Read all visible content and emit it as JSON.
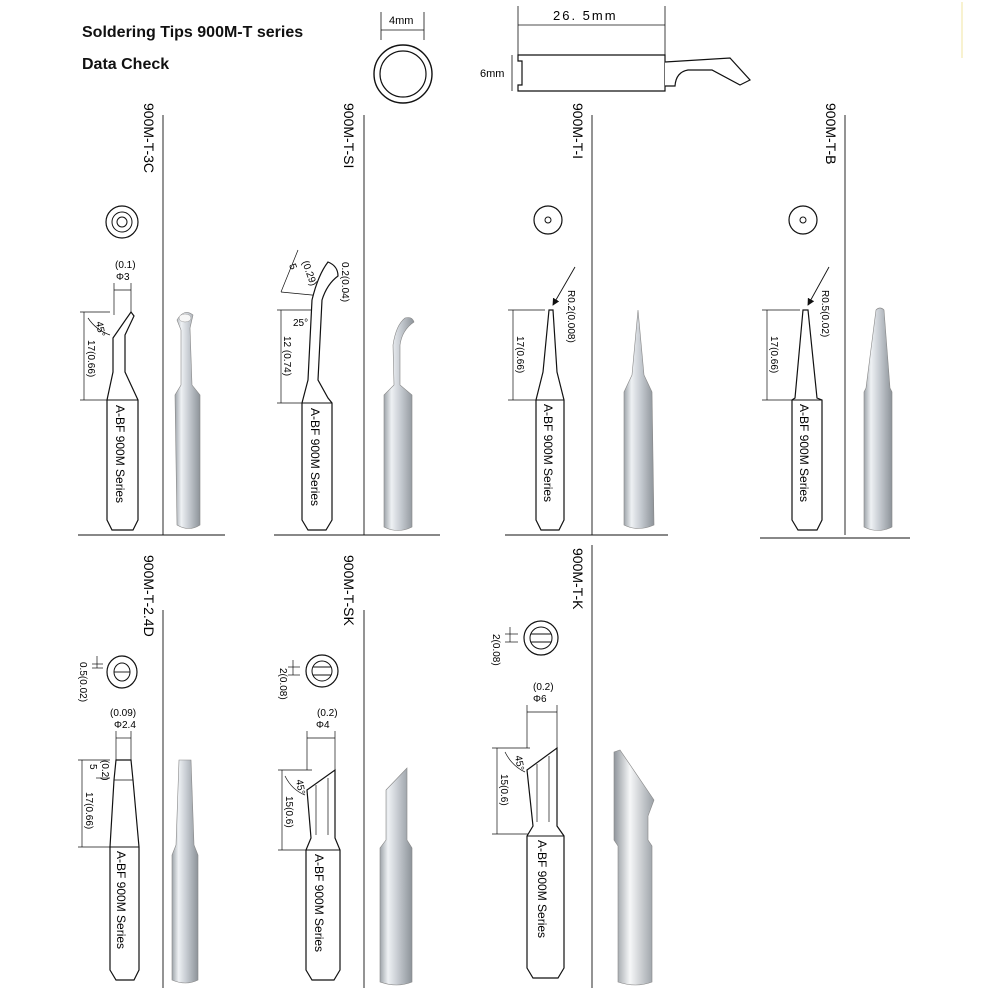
{
  "header": {
    "title": "Soldering Tips 900M-T series",
    "subtitle": "Data Check",
    "dims": {
      "outer_diameter": "4mm",
      "length": "26. 5mm",
      "height": "6mm"
    }
  },
  "brand_text": "A-BF 900M Series",
  "tips": [
    {
      "model": "900M-T-3C",
      "dims": [
        "(0.1)",
        "Φ3",
        "45°",
        "17(0.66)"
      ]
    },
    {
      "model": "900M-T-SI",
      "dims": [
        "(0.29)",
        "5",
        "0.2(0.04)",
        "25°",
        "12 (0.74)"
      ]
    },
    {
      "model": "900M-T-I",
      "dims": [
        "R0.2(0.008)",
        "17(0.66)"
      ]
    },
    {
      "model": "900M-T-B",
      "dims": [
        "R0.5(0.02)",
        "17(0.66)"
      ]
    },
    {
      "model": "900M-T-2.4D",
      "dims": [
        "0.5(0.02)",
        "(0.09)",
        "Φ2.4",
        "(0.2)",
        "5",
        "17(0.66)"
      ]
    },
    {
      "model": "900M-T-SK",
      "dims": [
        "2(0.08)",
        "(0.2)",
        "Φ4",
        "45°",
        "15(0.6)"
      ]
    },
    {
      "model": "900M-T-K",
      "dims": [
        "2(0.08)",
        "(0.2)",
        "Φ6",
        "45°",
        "15(0.6)"
      ]
    }
  ]
}
